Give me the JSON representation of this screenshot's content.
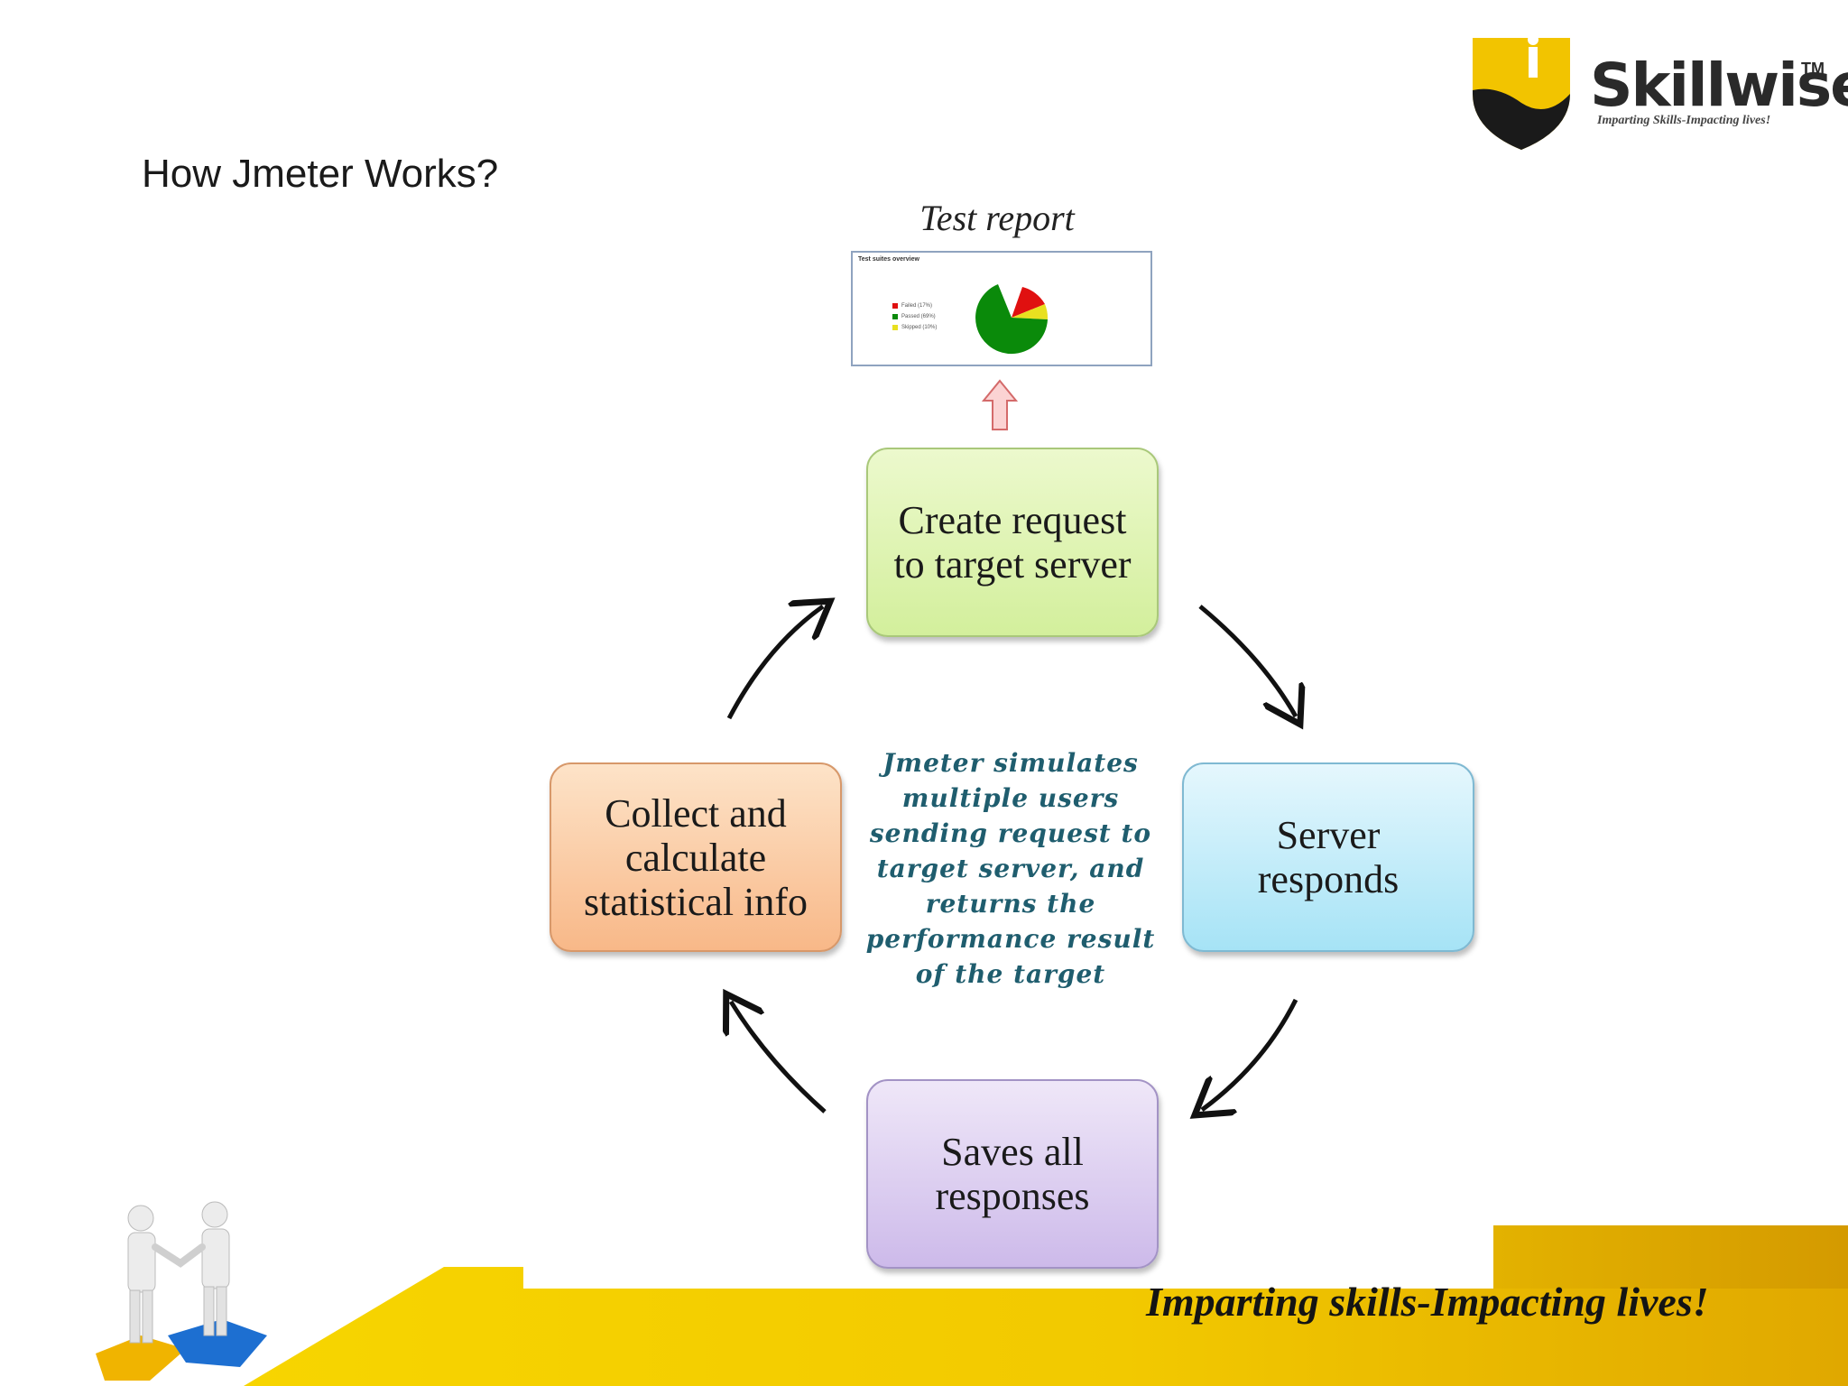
{
  "slide": {
    "title": "How Jmeter Works?"
  },
  "logo": {
    "name": "Skillwise",
    "trademark": "TM",
    "tagline": "Imparting Skills-Impacting lives!"
  },
  "test_report": {
    "caption": "Test report",
    "header": "Test suites overview",
    "legend": [
      {
        "label": "Failed (17%)",
        "color": "#e01010"
      },
      {
        "label": "Passed (69%)",
        "color": "#0a8a0a"
      },
      {
        "label": "Skipped (10%)",
        "color": "#e8e020"
      }
    ]
  },
  "cycle": {
    "steps": [
      {
        "id": "create",
        "label": "Create request\nto target server",
        "color": "#d3ef9c"
      },
      {
        "id": "server",
        "label": "Server\nresponds",
        "color": "#a6e3f6"
      },
      {
        "id": "saves",
        "label": "Saves all\nresponses",
        "color": "#cdbaea"
      },
      {
        "id": "collect",
        "label": "Collect and\ncalculate\nstatistical info",
        "color": "#f8b888"
      }
    ],
    "center_text": "Jmeter simulates\nmultiple users\nsending request to\ntarget server, and\nreturns the\nperformance result\nof the target"
  },
  "footer": {
    "tagline": "Imparting skills-Impacting lives!",
    "band_color": "#f2cf00",
    "icon": "handshake-puzzle-figures-icon"
  }
}
